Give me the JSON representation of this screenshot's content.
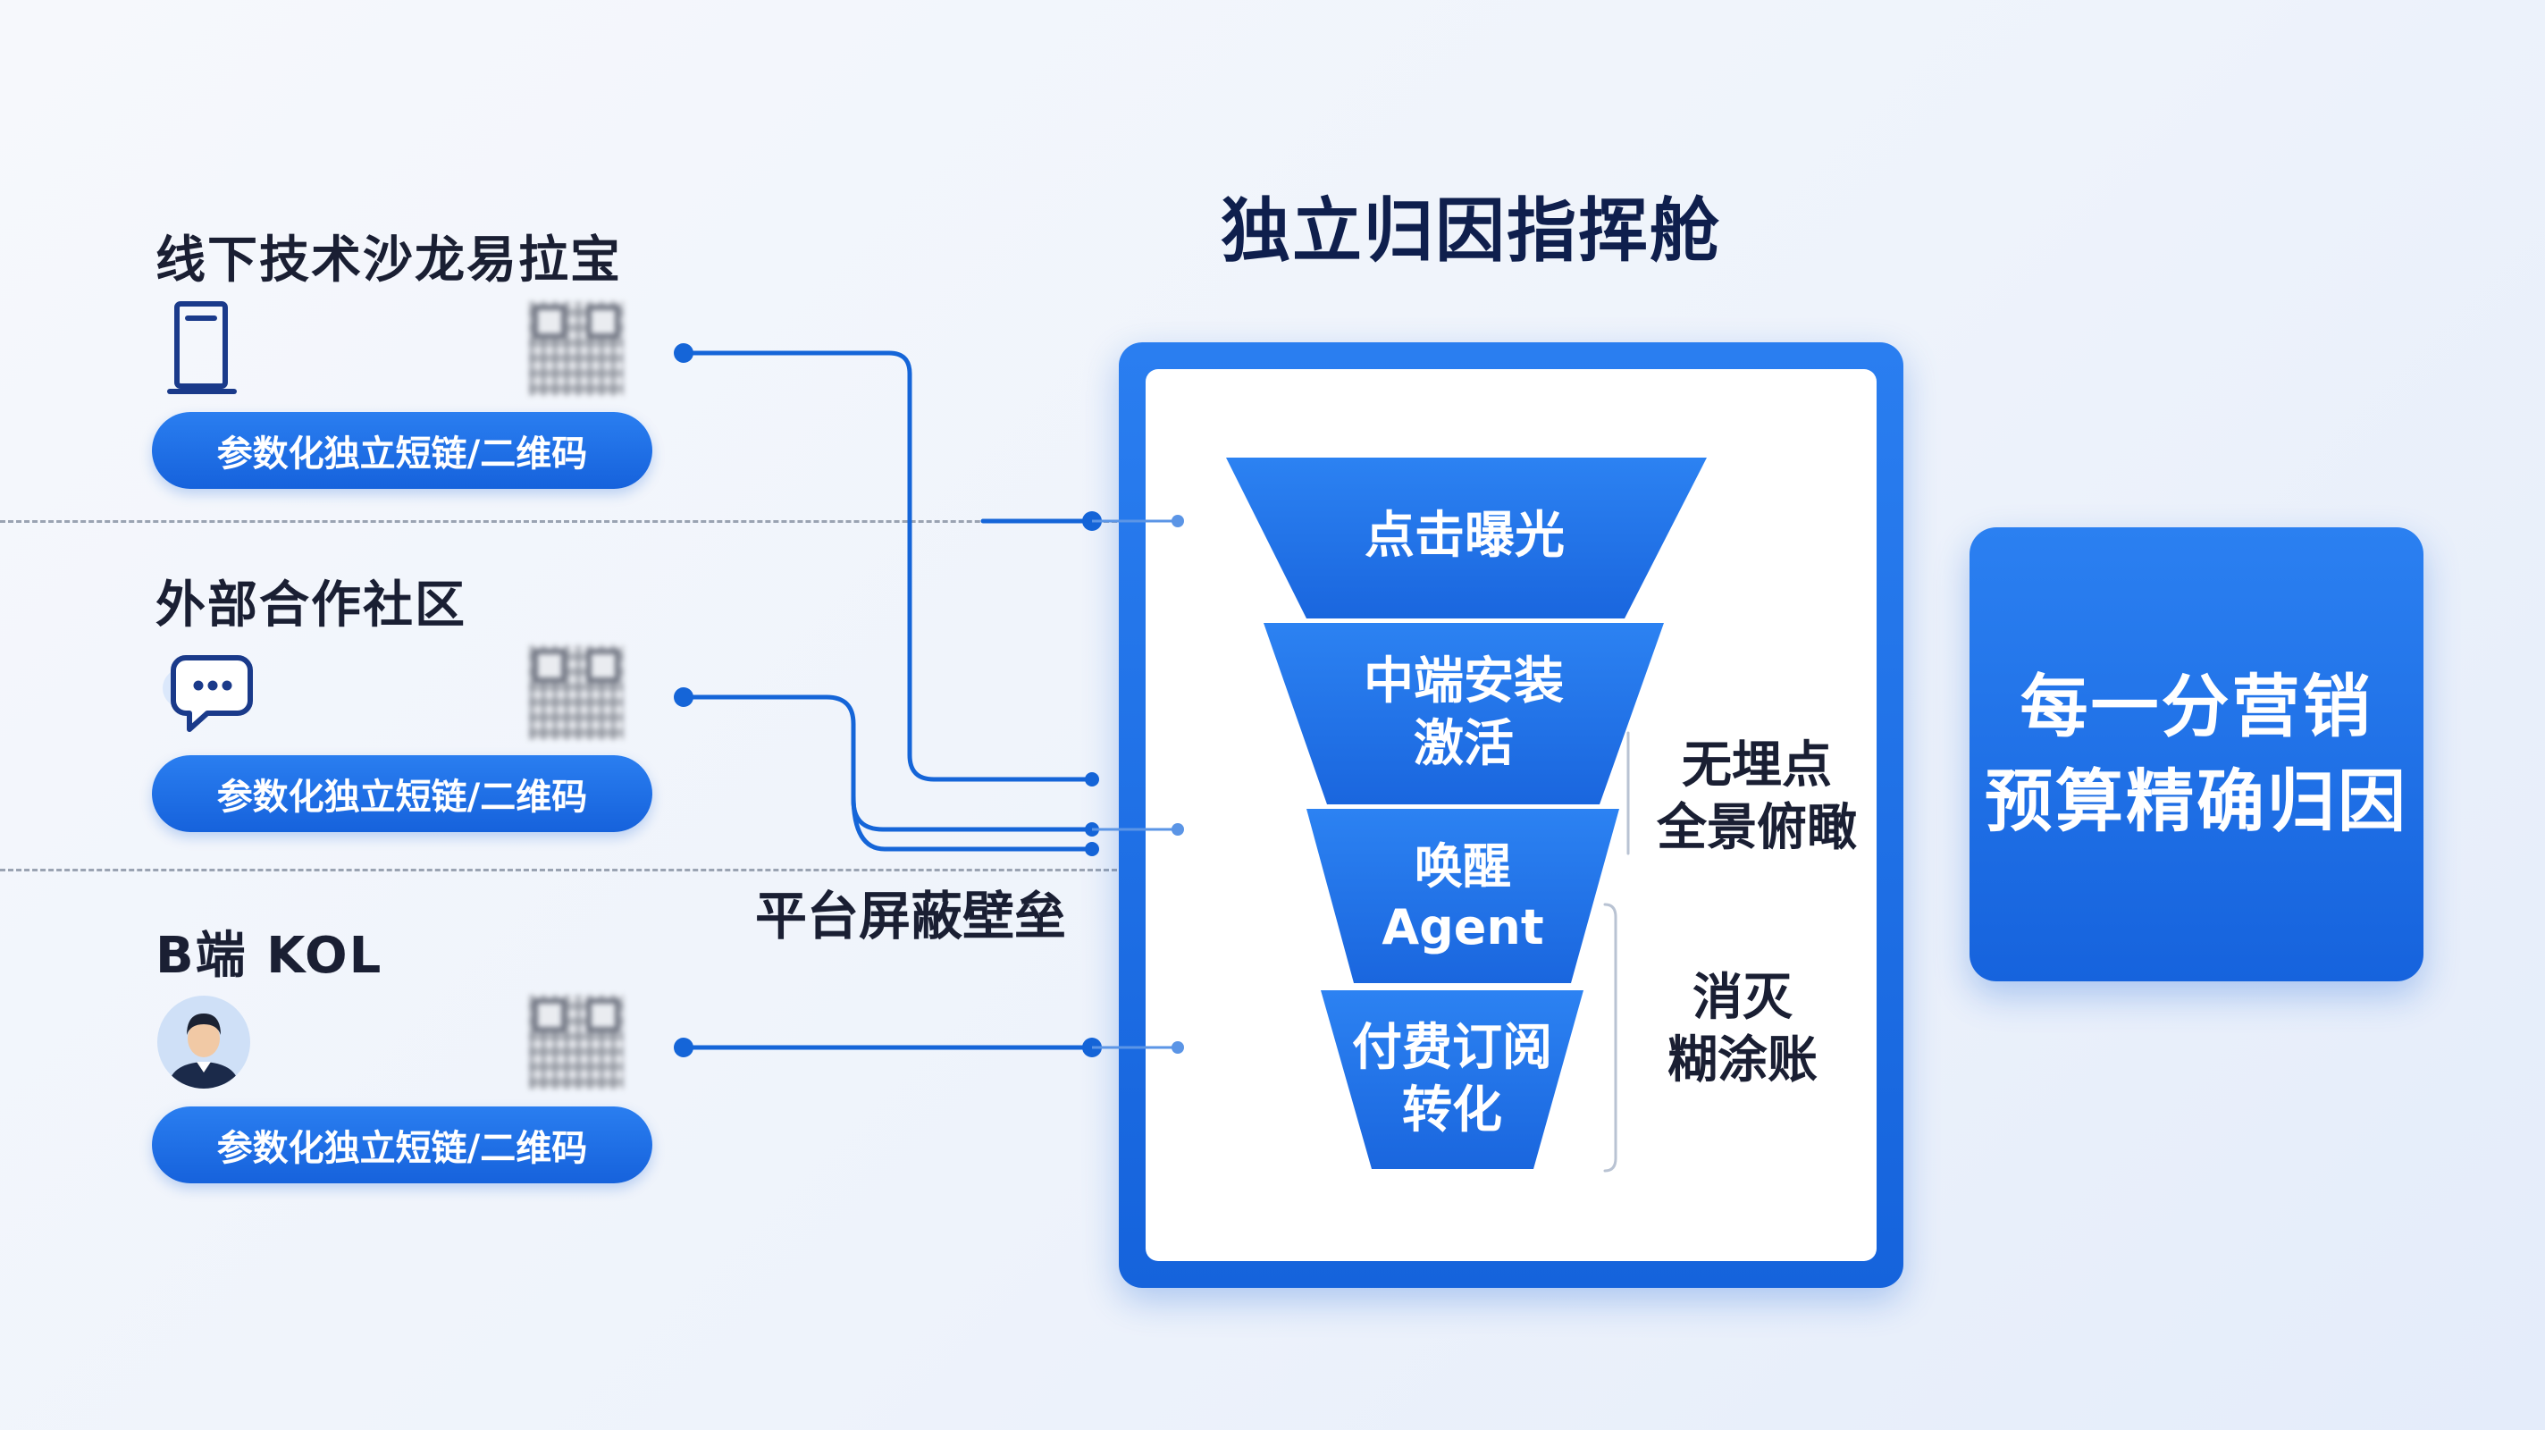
{
  "main_title": "独立归因指挥舱",
  "channels": [
    {
      "title": "线下技术沙龙易拉宝",
      "icon": "rollup-banner-icon",
      "pill": "参数化独立短链/二维码"
    },
    {
      "title": "外部合作社区",
      "icon": "chat-bubble-icon",
      "pill": "参数化独立短链/二维码"
    },
    {
      "title": "B端 KOL",
      "icon": "person-avatar-icon",
      "pill": "参数化独立短链/二维码"
    }
  ],
  "barrier_label": "平台屏蔽壁垒",
  "funnel": [
    {
      "line1": "点击曝光",
      "line2": ""
    },
    {
      "line1": "中端安装",
      "line2": "激活"
    },
    {
      "line1": "唤醒",
      "line2": "Agent"
    },
    {
      "line1": "付费订阅",
      "line2": "转化"
    }
  ],
  "side_labels": [
    {
      "line1": "无埋点",
      "line2": "全景俯瞰"
    },
    {
      "line1": "消灭",
      "line2": "糊涂账"
    }
  ],
  "result": {
    "line1": "每一分营销",
    "line2": "预算精确归因"
  },
  "colors": {
    "primary": "#1a6fe6",
    "line": "#1565d8",
    "dark_text": "#1a1f33",
    "title_text": "#0f1f4d"
  }
}
